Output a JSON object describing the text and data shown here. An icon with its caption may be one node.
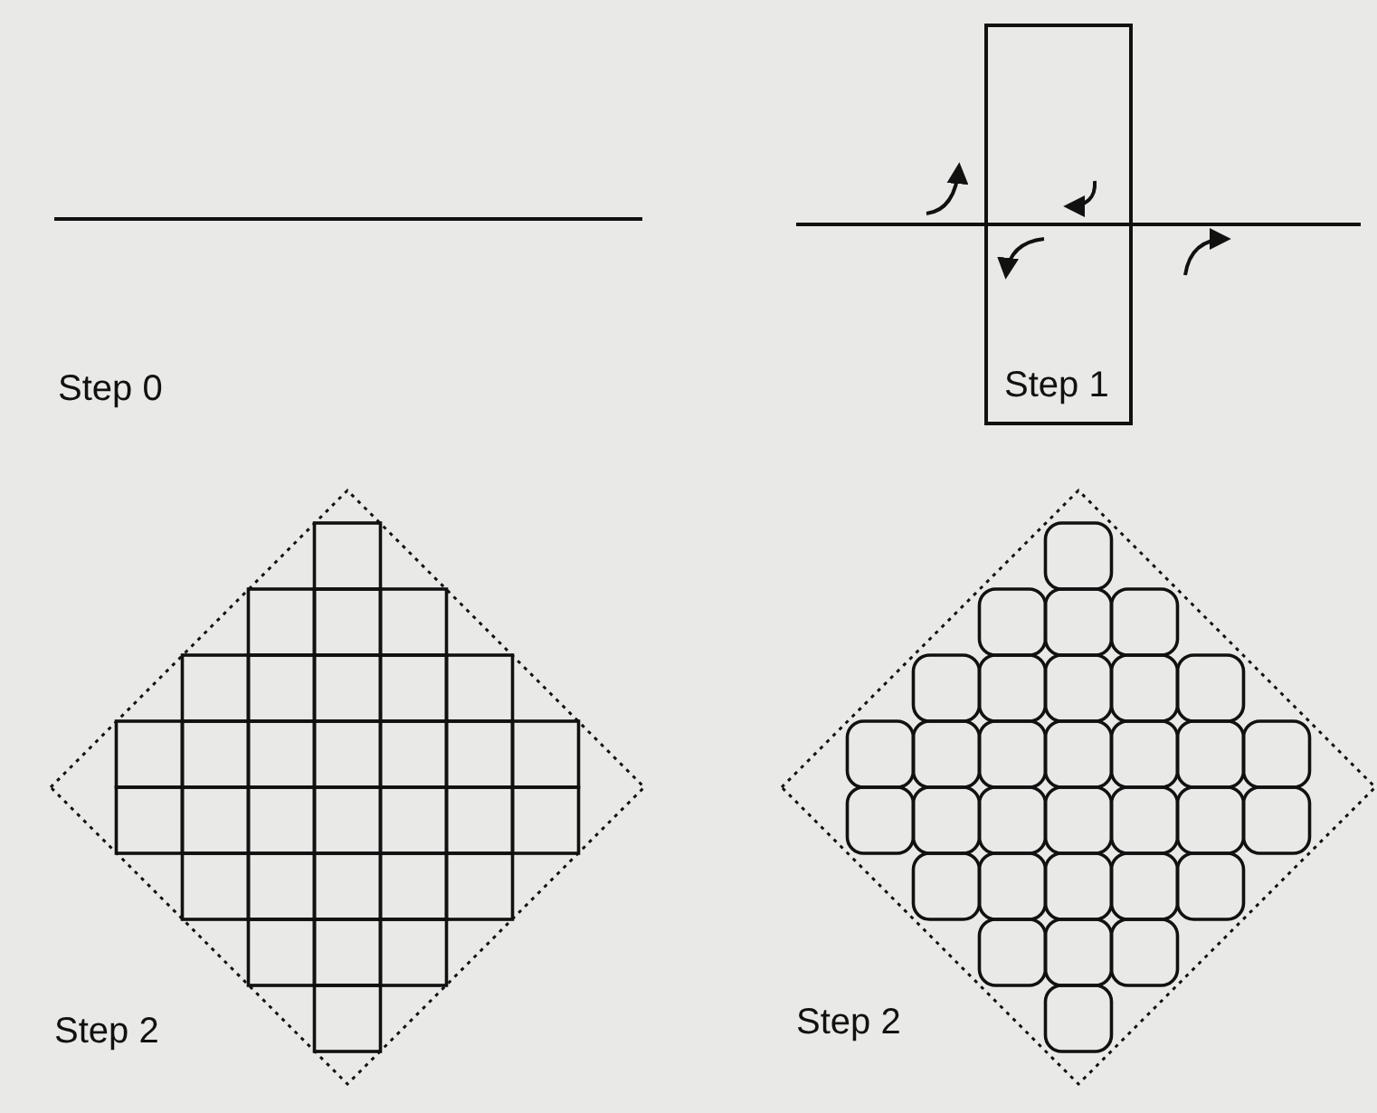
{
  "diagram": {
    "labels": [
      "Step 0",
      "Step 1",
      "Step 2",
      "Step 2"
    ]
  }
}
